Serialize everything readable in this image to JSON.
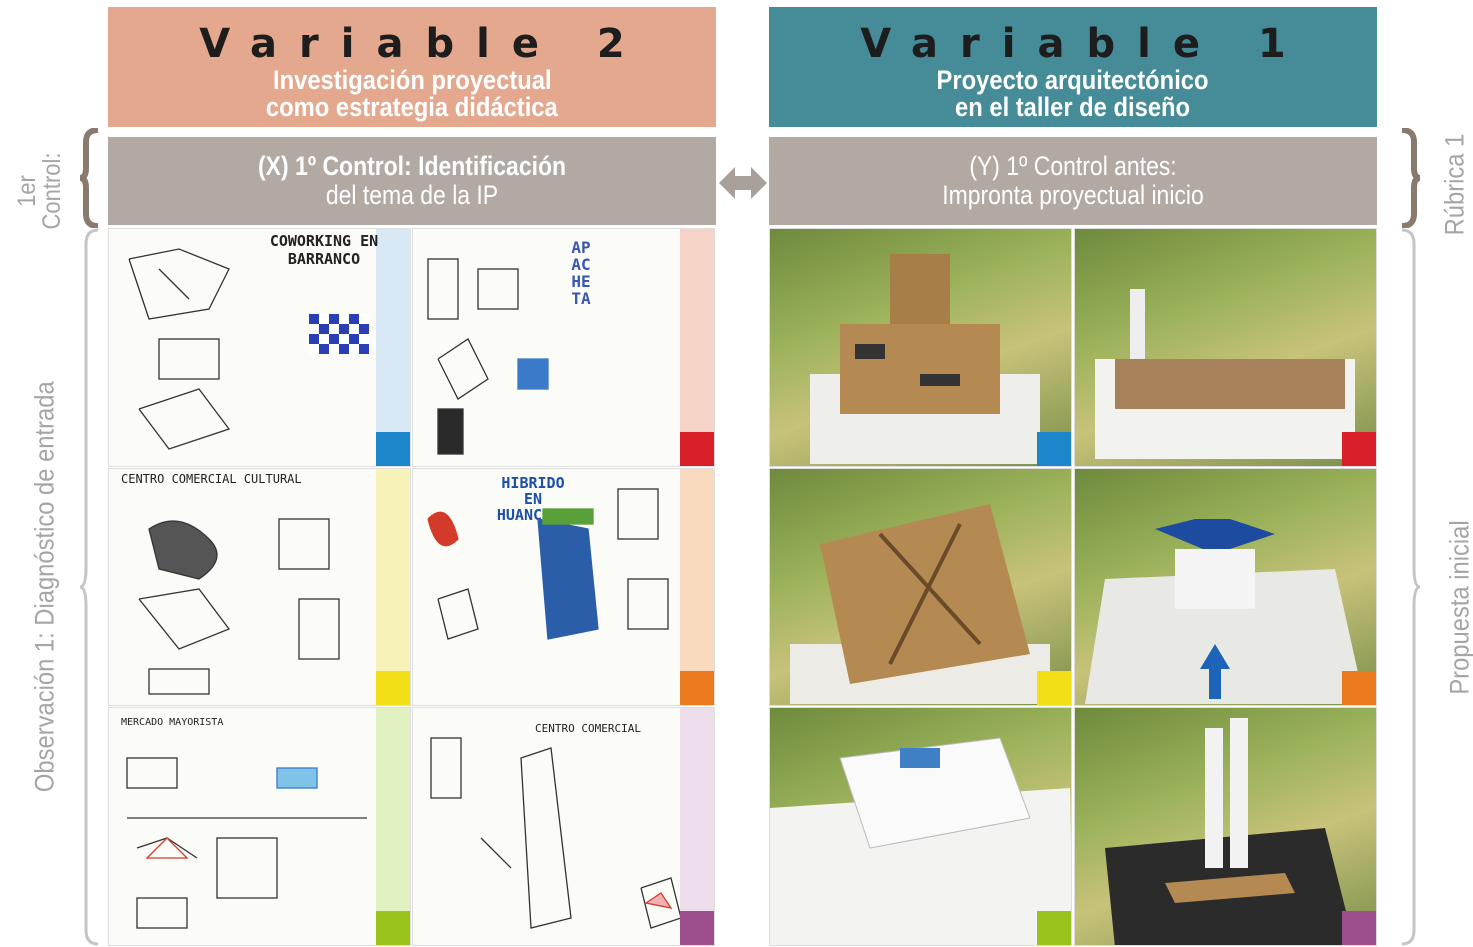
{
  "variable2": {
    "title": "Variable 2",
    "subtitle_line1": "Investigación proyectual",
    "subtitle_line2": "como estrategia didáctica",
    "color": "#e4a88f"
  },
  "variable1": {
    "title": "Variable 1",
    "subtitle_line1": "Proyecto arquitectónico",
    "subtitle_line2": "en el taller de diseño",
    "color": "#458b98"
  },
  "control_left": {
    "line1": "(X) 1º Control: Identificación",
    "line2": "del tema de la IP"
  },
  "control_right": {
    "line1": "(Y) 1º Control antes:",
    "line2": "Impronta proyectual inicio"
  },
  "control_color": "#b3a9a3",
  "left_labels": {
    "first_control_line1": "1er",
    "first_control_line2": "Control:",
    "observation": "Observación 1: Diagnóstico de entrada"
  },
  "right_labels": {
    "rubric": "Rúbrica 1",
    "proposal": "Propuesta inicial"
  },
  "poster_texts": {
    "coworking_line1": "COWORKING EN",
    "coworking_line2": "BARRANCO",
    "apacheta": "APACHETA",
    "centro_cultural": "CENTRO COMERCIAL CULTURAL",
    "hibrido_line1": "HIBRIDO",
    "hibrido_line2": "EN",
    "hibrido_line3": "HUANCAYO",
    "mercado": "MERCADO MAYORISTA",
    "centro_comercial": "CENTRO COMERCIAL"
  },
  "marker_colors": {
    "blue": "#1b86c9",
    "red": "#d9202a",
    "yellow": "#f3df16",
    "orange": "#ea7a1d",
    "green": "#9ac31c",
    "purple": "#9c4f8c"
  },
  "arrow_icon": "double-arrow-icon"
}
